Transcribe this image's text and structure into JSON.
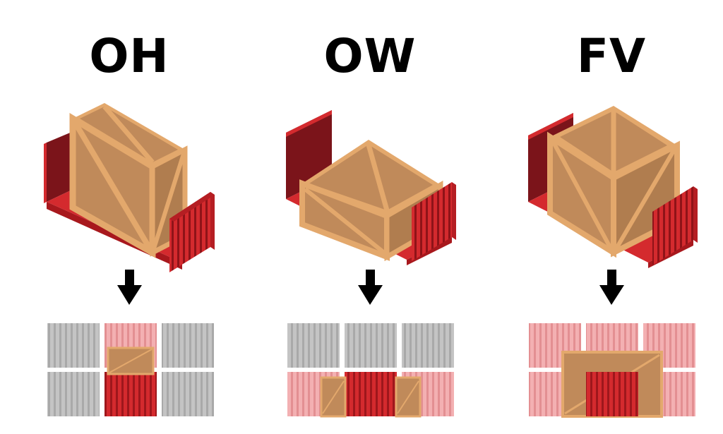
{
  "panels": [
    {
      "id": "oh",
      "label": "OH"
    },
    {
      "id": "ow",
      "label": "OW"
    },
    {
      "id": "fv",
      "label": "FV"
    }
  ],
  "colors": {
    "container_red": "#d42a2e",
    "container_dark_red": "#7b141a",
    "container_light_red": "#f0a1a4",
    "crate_face": "#c08a5a",
    "crate_frame": "#e3a86c",
    "slot_gray": "#c4c4c4",
    "arrow": "#000000"
  }
}
